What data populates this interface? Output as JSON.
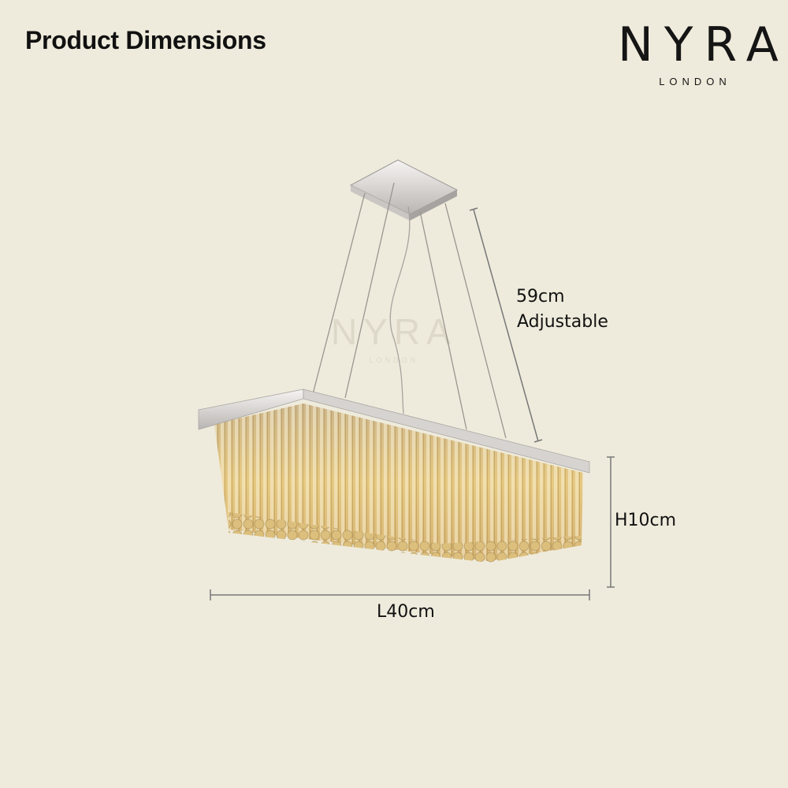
{
  "header": {
    "title": "Product Dimensions"
  },
  "brand": {
    "name": "NYRA",
    "tagline": "LONDON"
  },
  "dimensions": {
    "drop": "59cm",
    "drop_note": "Adjustable",
    "height": "H10cm",
    "length": "L40cm"
  },
  "colors": {
    "background": "#efebdc",
    "text": "#111111",
    "gold": "#d9b96a",
    "chrome": "#d8d6d4"
  }
}
